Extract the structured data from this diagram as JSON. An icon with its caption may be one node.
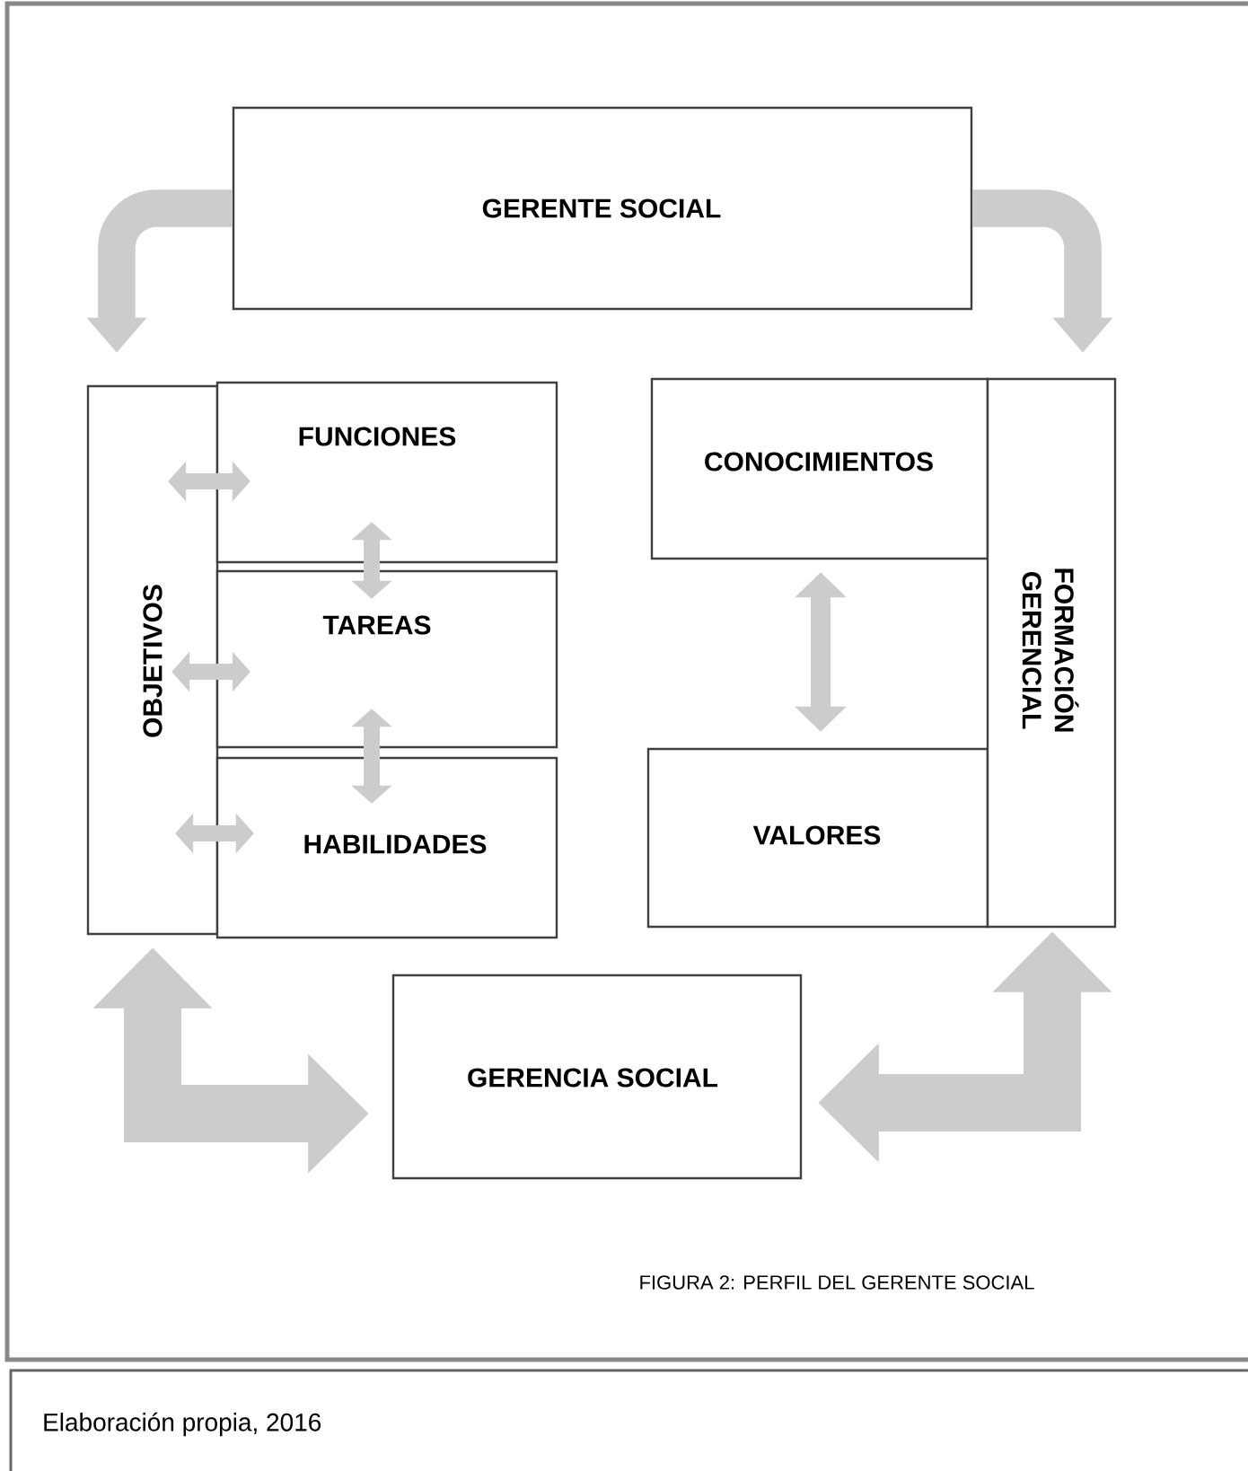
{
  "diagram": {
    "caption": "FIGURA 2: PERFIL DEL GERENTE SOCIAL",
    "nodes": [
      {
        "text": [
          "GERENTE SOCIAL"
        ]
      },
      {
        "text": [
          "OBJETIVOS"
        ]
      },
      {
        "text": [
          "FUNCIONES"
        ]
      },
      {
        "text": [
          "TAREAS"
        ]
      },
      {
        "text": [
          "HABILIDADES"
        ]
      },
      {
        "text": [
          "CONOCIMIENTOS"
        ]
      },
      {
        "text": [
          "VALORES"
        ]
      },
      {
        "text": [
          "FORMACIÓN GERENCIAL"
        ]
      },
      {
        "text": [
          "GERENCIA SOCIAL"
        ]
      }
    ],
    "edges": [
      {
        "from": 0,
        "to": 1,
        "arrow": "to",
        "style": "thick"
      },
      {
        "from": 0,
        "to": 7,
        "arrow": "to",
        "style": "thick"
      },
      {
        "from": 1,
        "to": 2,
        "arrow": "both"
      },
      {
        "from": 2,
        "to": 3,
        "arrow": "both"
      },
      {
        "from": 1,
        "to": 3,
        "arrow": "both"
      },
      {
        "from": 3,
        "to": 4,
        "arrow": "both"
      },
      {
        "from": 1,
        "to": 4,
        "arrow": "both"
      },
      {
        "from": 5,
        "to": 6,
        "arrow": "both"
      },
      {
        "from": 1,
        "to": 8,
        "arrow": "both",
        "style": "thick"
      },
      {
        "from": 8,
        "to": 7,
        "arrow": "both",
        "style": "thick"
      }
    ],
    "labels": [
      "Elaboración propia, 2016"
    ]
  }
}
